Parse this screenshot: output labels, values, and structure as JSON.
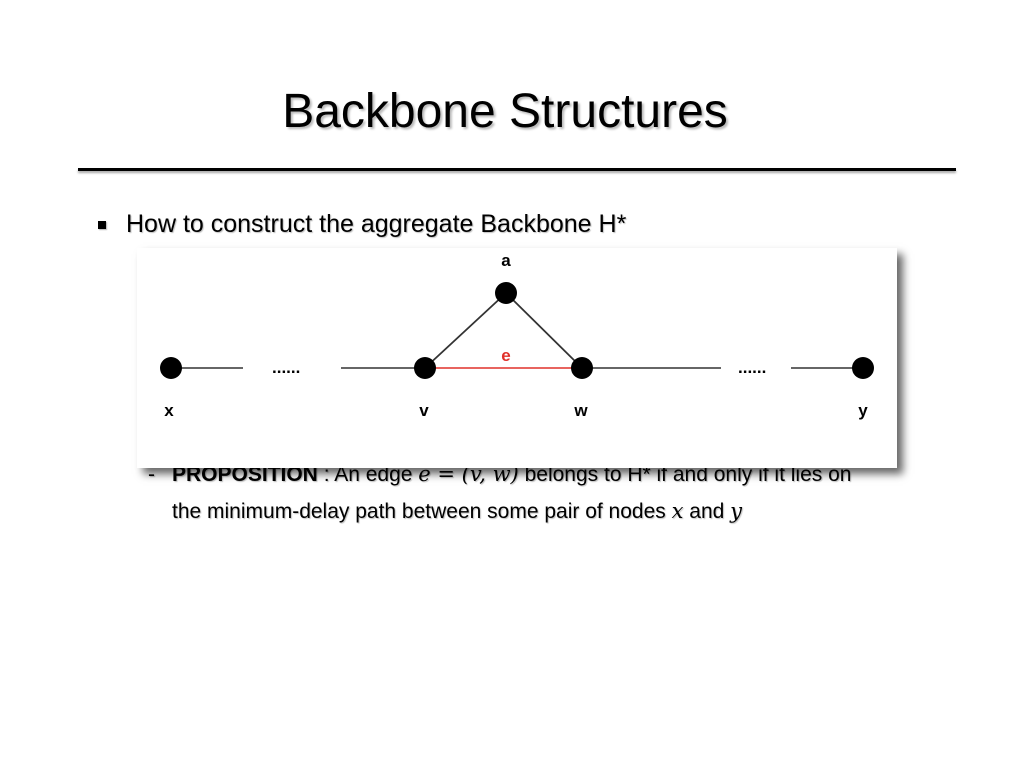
{
  "slide": {
    "title": "Backbone Structures",
    "bullet": "How to construct the aggregate Backbone H*",
    "sub_bullet": {
      "dash": "-",
      "proposition_label": "PROPOSITION",
      "text_a": " : An edge ",
      "math_edge": "e = (v, w)",
      "text_b": " belongs to H* if and only if it lies on",
      "text_line2": "the minimum-delay path between some pair of nodes ",
      "math_x": "x",
      "text_and": " and ",
      "math_y": "y"
    }
  },
  "figure": {
    "nodes": {
      "a": "a",
      "x": "x",
      "v": "v",
      "w": "w",
      "y": "y"
    },
    "edge_label": "e",
    "dots_left": "......",
    "dots_right": "......",
    "colors": {
      "edge_highlight": "#e0302a",
      "line": "#333333",
      "node": "#000000"
    }
  }
}
